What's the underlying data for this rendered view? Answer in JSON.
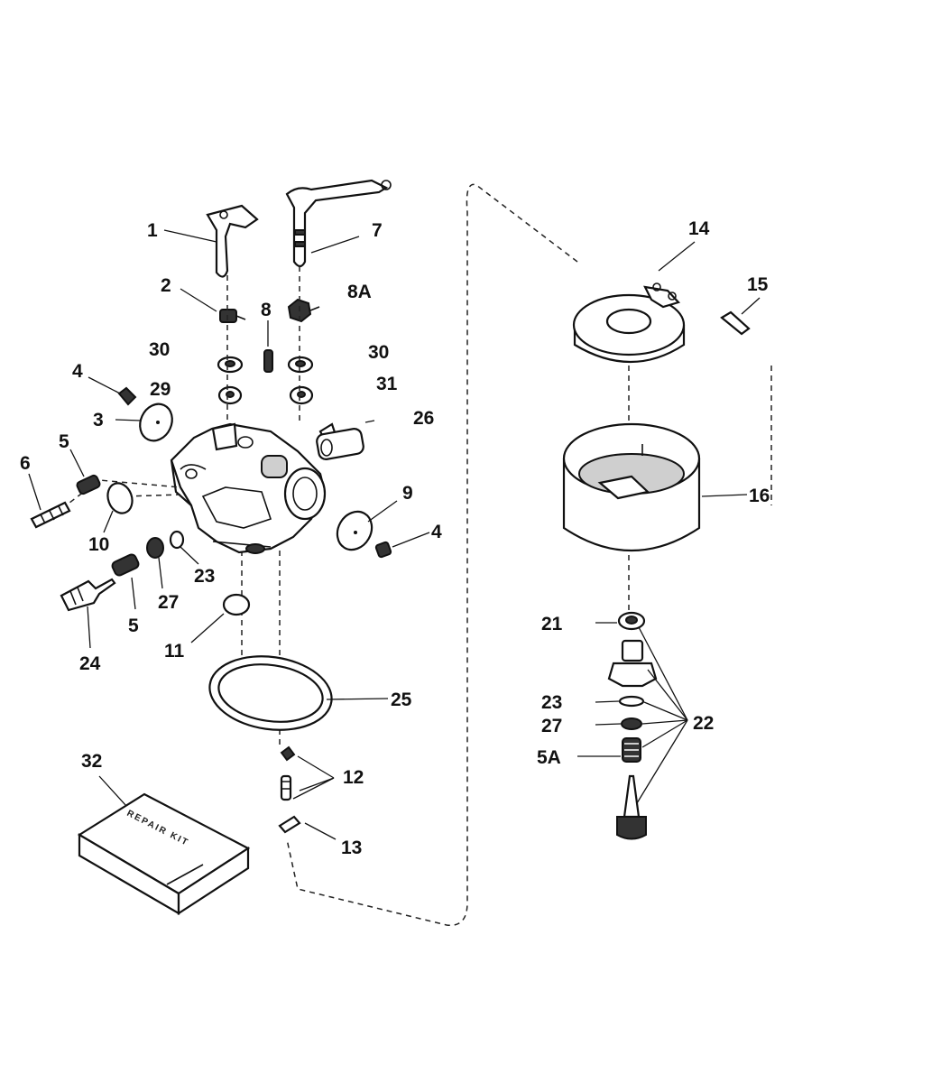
{
  "callouts": {
    "c1": "1",
    "c2": "2",
    "c3": "3",
    "c4a": "4",
    "c4b": "4",
    "c5a": "5",
    "c5b": "5",
    "c5A": "5A",
    "c6": "6",
    "c7": "7",
    "c8": "8",
    "c8A": "8A",
    "c9": "9",
    "c10": "10",
    "c11": "11",
    "c12": "12",
    "c13": "13",
    "c14": "14",
    "c15": "15",
    "c16": "16",
    "c21": "21",
    "c22": "22",
    "c23a": "23",
    "c23b": "23",
    "c24": "24",
    "c25": "25",
    "c26": "26",
    "c27a": "27",
    "c27b": "27",
    "c29": "29",
    "c30a": "30",
    "c30b": "30",
    "c31": "31",
    "c32": "32"
  },
  "repair_kit": {
    "label": "REPAIR KIT"
  },
  "colors": {
    "ink": "#111111",
    "paper": "#ffffff",
    "shade": "#cfcfcf"
  }
}
